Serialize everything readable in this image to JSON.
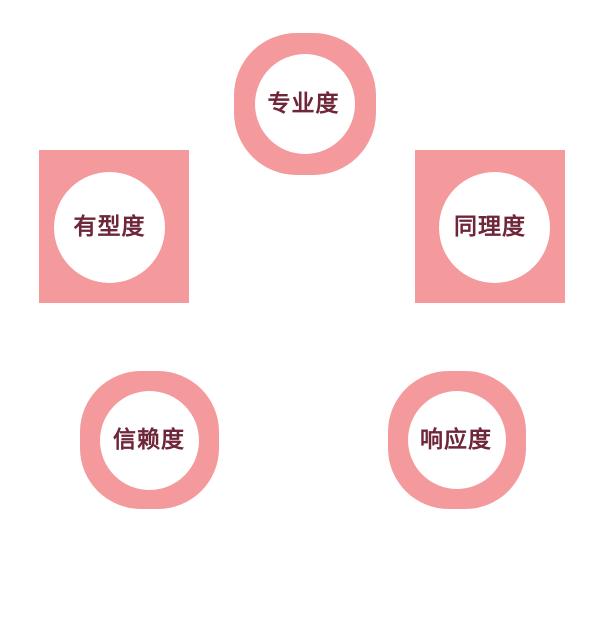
{
  "diagram": {
    "background_color": "#ffffff",
    "accent_color": "#f4999c",
    "label_color": "#6e2639",
    "core_color": "#ffffff",
    "nodes": [
      {
        "id": "professionalism",
        "label": "专业度",
        "shape": "ring",
        "position": "top"
      },
      {
        "id": "tangibles",
        "label": "有型度",
        "shape": "square",
        "position": "left"
      },
      {
        "id": "empathy",
        "label": "同理度",
        "shape": "square",
        "position": "right"
      },
      {
        "id": "reliability",
        "label": "信赖度",
        "shape": "ring",
        "position": "bottom-left"
      },
      {
        "id": "responsiveness",
        "label": "响应度",
        "shape": "ring",
        "position": "bottom-right"
      }
    ]
  }
}
